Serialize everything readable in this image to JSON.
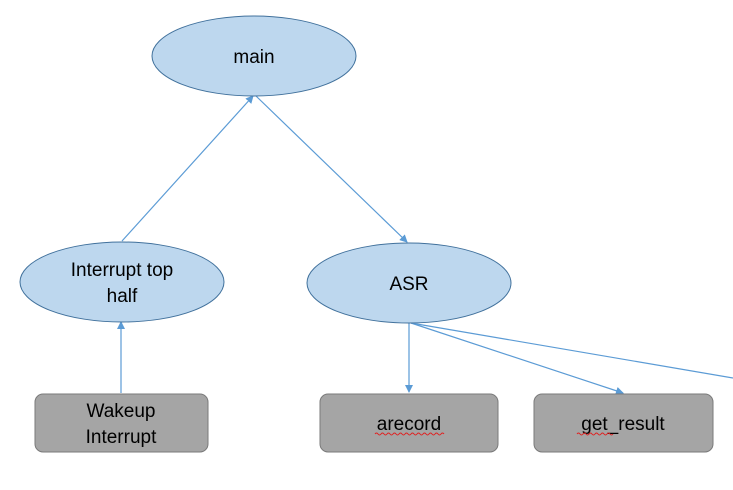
{
  "colors": {
    "ellipse_fill": "#bdd7ee",
    "ellipse_stroke": "#41719c",
    "box_fill": "#a5a5a5",
    "box_stroke": "#7a7a7a",
    "connector": "#5b9bd5",
    "spellcheck_underline": "#e02020"
  },
  "nodes": {
    "main": {
      "label": "main"
    },
    "interrupt_top_half": {
      "label_line1": "Interrupt top",
      "label_line2": "half"
    },
    "asr": {
      "label": "ASR"
    },
    "wakeup_interrupt": {
      "label_line1": "Wakeup",
      "label_line2": "Interrupt"
    },
    "arecord": {
      "label": "arecord"
    },
    "get_result": {
      "label": "get_result"
    }
  },
  "edges": [
    {
      "from": "interrupt_top_half",
      "to": "main"
    },
    {
      "from": "main",
      "to": "asr"
    },
    {
      "from": "wakeup_interrupt",
      "to": "interrupt_top_half"
    },
    {
      "from": "asr",
      "to": "arecord"
    },
    {
      "from": "asr",
      "to": "get_result"
    },
    {
      "from": "asr",
      "to": "offscreen"
    }
  ]
}
